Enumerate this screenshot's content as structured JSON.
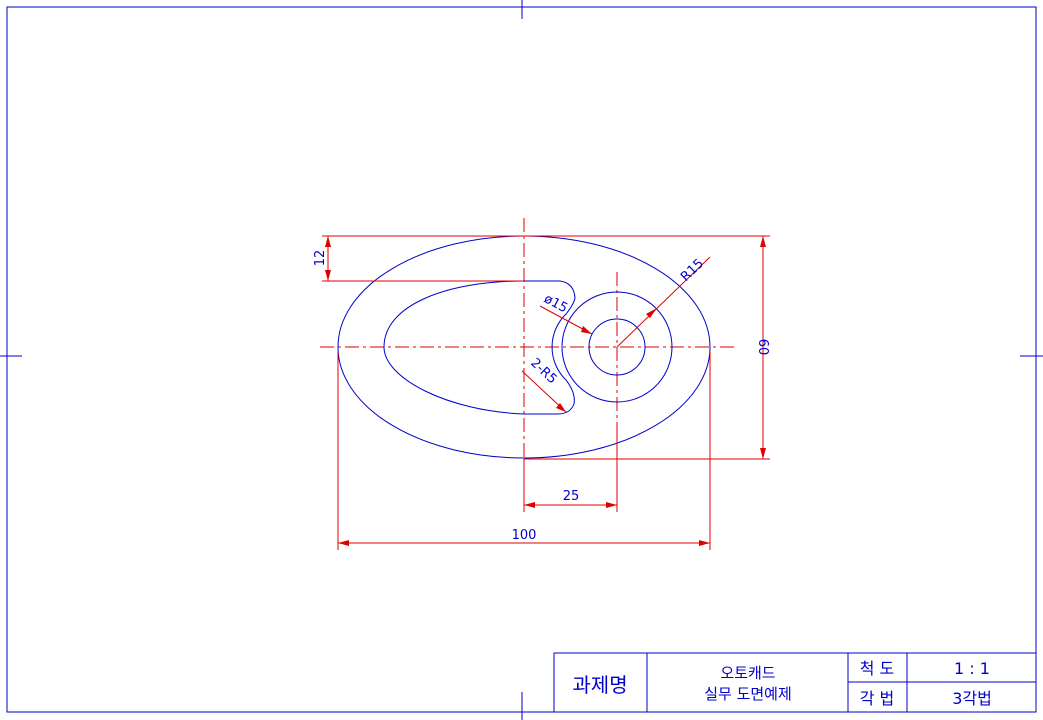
{
  "drawing": {
    "dimensions": {
      "top_offset": "12",
      "height": "60",
      "radius_large": "R15",
      "hole_diameter": "ø15",
      "fillet_radius": "2-R5",
      "center_distance": "25",
      "overall_length": "100"
    }
  },
  "title_block": {
    "project_label": "과제명",
    "project_name_line1": "오토캐드",
    "project_name_line2": "실무 도면예제",
    "scale_label": "척 도",
    "scale_value": "1 : 1",
    "projection_label": "각 법",
    "projection_value": "3각법"
  },
  "colors": {
    "outline": "#0000cc",
    "dimension": "#e00000",
    "frame": "#0000cc"
  }
}
